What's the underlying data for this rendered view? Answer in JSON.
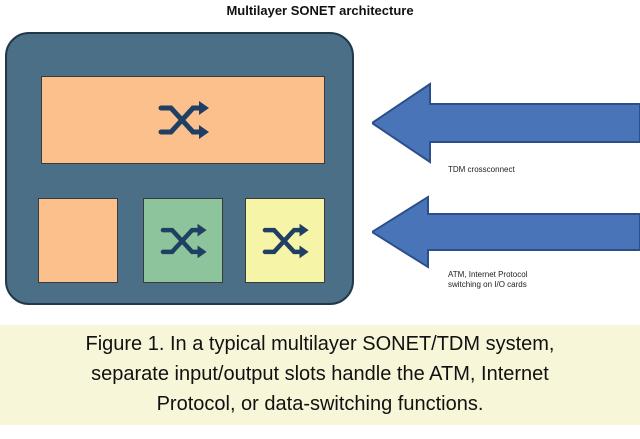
{
  "title": "Multilayer SONET architecture",
  "icons": {
    "switch": "crossed-arrows-switch-icon",
    "input": "left-arrow-icon"
  },
  "colors": {
    "chassis": "#4b6f86",
    "slot_orange": "#fbc08c",
    "slot_green": "#8ec49b",
    "slot_yellow": "#f6f4a6",
    "arrow": "#4a74b8",
    "switch_icon": "#1f3f63",
    "caption_bg": "#f7f6d8"
  },
  "labels": {
    "tdm": "TDM crossconnect",
    "atm_line1": "ATM, Internet Protocol",
    "atm_line2": "switching on I/O cards"
  },
  "caption": {
    "line1": "Figure 1. In a typical multilayer SONET/TDM system,",
    "line2": "separate input/output slots handle the ATM, Internet",
    "line3": "Protocol, or data-switching functions."
  }
}
